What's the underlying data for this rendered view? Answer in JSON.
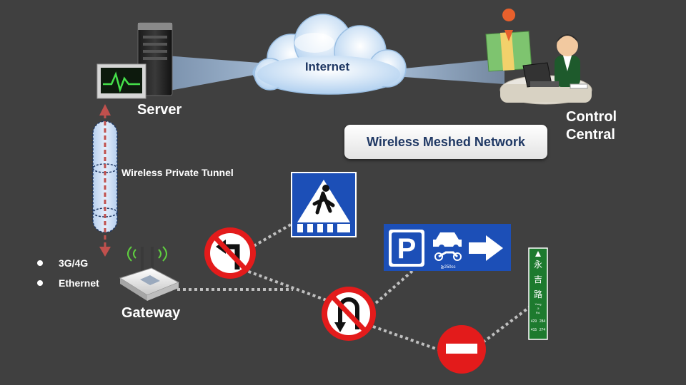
{
  "labels": {
    "server": "Server",
    "internet": "Internet",
    "control_line1": "Control",
    "control_line2": "Central",
    "wireless_mesh": "Wireless Meshed Network",
    "private_tunnel": "Wireless Private Tunnel",
    "gateway": "Gateway"
  },
  "bullets": [
    "3G/4G",
    "Ethernet"
  ],
  "signs": {
    "parking_letter": "P",
    "parking_cc": "≧250cc",
    "street_chars": [
      "永",
      "吉",
      "路"
    ],
    "street_romanized": [
      "Yong",
      "Ji",
      "Rd."
    ],
    "street_numbers": [
      "429",
      "284",
      "415",
      "274"
    ]
  },
  "colors": {
    "background": "#404040",
    "cloud": "#cde3f7",
    "tunnel": "#d6e6f8",
    "arrow": "#c0504d",
    "sign_red": "#e31b1b",
    "sign_blue": "#1c4fb7",
    "street_green": "#1d7a2e",
    "dots": "#bfbfbf"
  }
}
